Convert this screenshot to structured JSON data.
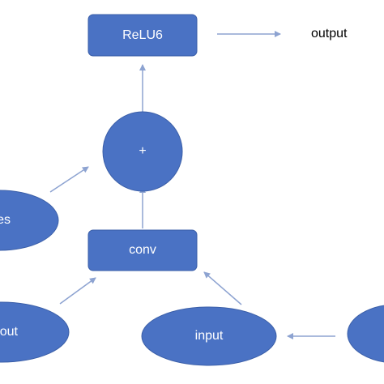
{
  "diagram": {
    "nodes": {
      "relu6": {
        "label": "ReLU6",
        "shape": "rounded-rectangle"
      },
      "add": {
        "label": "+",
        "shape": "circle"
      },
      "conv": {
        "label": "conv",
        "shape": "rounded-rectangle"
      },
      "input": {
        "label": "input",
        "shape": "ellipse"
      },
      "left_mid": {
        "label": "es",
        "shape": "ellipse (cropped at left edge)"
      },
      "left_bottom": {
        "label": "out",
        "shape": "ellipse (cropped at left edge)"
      },
      "right_bottom": {
        "label": "",
        "shape": "ellipse (cropped at right edge)"
      }
    },
    "output_label": "output",
    "edges": [
      {
        "from": "conv",
        "to": "add"
      },
      {
        "from": "add",
        "to": "relu6"
      },
      {
        "from": "relu6",
        "to": "output"
      },
      {
        "from": "left_mid",
        "to": "add"
      },
      {
        "from": "left_bottom",
        "to": "conv"
      },
      {
        "from": "input",
        "to": "conv"
      },
      {
        "from": "right_bottom",
        "to": "input"
      }
    ]
  },
  "colors": {
    "node_fill": "#4a72c4",
    "node_stroke": "#3b5fa8",
    "node_text": "#ffffff",
    "edge": "#8da3d1",
    "background": "#ffffff"
  }
}
